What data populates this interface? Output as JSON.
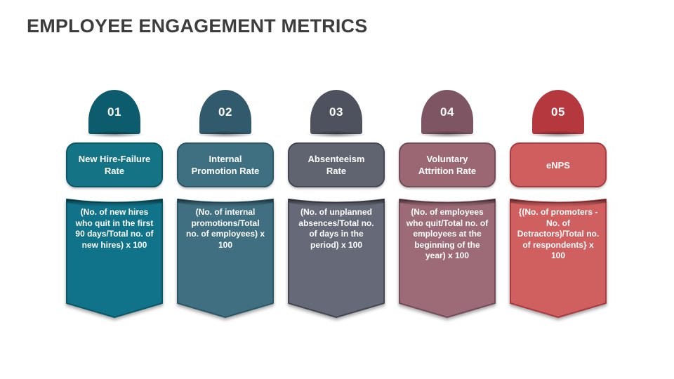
{
  "slide": {
    "title": "EMPLOYEE ENGAGEMENT METRICS"
  },
  "theme": {
    "background": "#ffffff",
    "title_color": "#3d3d3d",
    "text_on_shapes": "#ffffff"
  },
  "metrics": [
    {
      "number": "01",
      "title": "New Hire-Failure Rate",
      "formula": "(No. of new hires who quit in the first 90 days/Total no. of new hires) x 100",
      "colors": {
        "badge": "#0d5c6d",
        "box_fill": "#147486",
        "box_border": "#0a5766",
        "banner_fill": "#10738a",
        "banner_border": "#0a5766"
      }
    },
    {
      "number": "02",
      "title": "Internal Promotion Rate",
      "formula": "(No. of internal promotions/Total no. of employees) x 100",
      "colors": {
        "badge": "#315b6d",
        "box_fill": "#3f7082",
        "box_border": "#2c5868",
        "banner_fill": "#406f81",
        "banner_border": "#2c5868"
      }
    },
    {
      "number": "03",
      "title": "Absenteeism Rate",
      "formula": "(No. of unplanned absences/Total no. of days in the period) x 100",
      "colors": {
        "badge": "#4e525e",
        "box_fill": "#5f6470",
        "box_border": "#444852",
        "banner_fill": "#666a78",
        "banner_border": "#444852"
      }
    },
    {
      "number": "04",
      "title": "Voluntary Attrition Rate",
      "formula": "(No. of employees who quit/Total no. of employees at the beginning of the year) x 100",
      "colors": {
        "badge": "#7e5562",
        "box_fill": "#9a6773",
        "box_border": "#744d5a",
        "banner_fill": "#9d6b77",
        "banner_border": "#744d5a"
      }
    },
    {
      "number": "05",
      "title": "eNPS",
      "formula": "{(No. of promoters - No. of Detractors)/Total no. of respondents} x 100",
      "colors": {
        "badge": "#b5383f",
        "box_fill": "#d05e5f",
        "box_border": "#a93a3f",
        "banner_fill": "#d05f5f",
        "banner_border": "#a93a3f"
      }
    }
  ],
  "layout": {
    "column_lefts": [
      94,
      252,
      410,
      568,
      726
    ]
  }
}
